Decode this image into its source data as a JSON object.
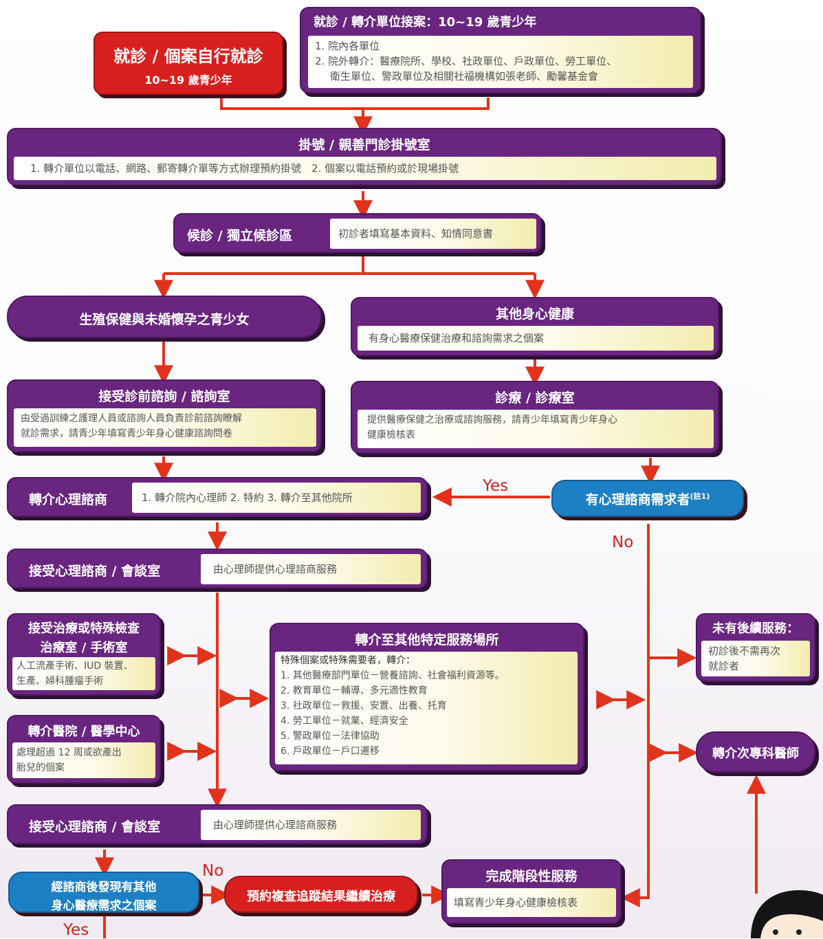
{
  "self_visit": {
    "title": "就診 / 個案自行就診",
    "sub": "10~19 歲青少年"
  },
  "referral": {
    "title": "就診 / 轉介單位接案：10~19 歲青少年",
    "line1": "1. 院內各單位",
    "line2": "2. 院外轉介：醫療院所、學校、社政單位、戶政單位、勞工單位、",
    "line3": "衛生單位、警政單位及相關社福機構如張老師、勵馨基金會"
  },
  "registration": {
    "title": "掛號 / 親善門診掛號室",
    "text": "1. 轉介單位以電話、網路、郵寄轉介單等方式辦理預約掛號　2. 個案以電話預約或於現場掛號"
  },
  "waiting": {
    "title": "候診 / 獨立候診區",
    "text": "初診者填寫基本資料、知情同意書"
  },
  "reproductive": {
    "title": "生殖保健與未婚懷孕之青少女"
  },
  "other_health": {
    "title": "其他身心健康",
    "text": "有身心醫療保健治療和諮詢需求之個案"
  },
  "pre_counsel": {
    "title": "接受診前諮詢 / 諮詢室",
    "line1": "由受過訓練之護理人員或諮詢人員負責診前諮詢瞭解",
    "line2": "就診需求，請青少年填寫青少年身心健康諮詢問卷"
  },
  "clinic": {
    "title": "診療 / 診療室",
    "line1": "提供醫療保健之治療或諮詢服務，請青少年填寫青少年身心",
    "line2": "健康檢核表"
  },
  "refer_psych": {
    "title": "轉介心理諮商",
    "text": "1. 轉介院內心理師 2. 特約 3. 轉介至其他院所"
  },
  "psych_need": {
    "title": "有心理諮商需求者",
    "note": "(註1)"
  },
  "counsel1": {
    "title": "接受心理諮商 / 會談室",
    "text": "由心理師提供心理諮商服務"
  },
  "treatment": {
    "title1": "接受治療或特殊檢查",
    "title2": "治療室 / 手術室",
    "line1": "人工流產手術、IUD 裝置、",
    "line2": "生產、婦科腫瘤手術"
  },
  "hospital": {
    "title": "轉介醫院 / 醫學中心",
    "line1": "處理超過 12 周或欲產出",
    "line2": "胎兒的個案"
  },
  "special": {
    "title": "轉介至其他特定服務場所",
    "lines": [
      "特殊個案或特殊需要者，轉介：",
      "1. 其他醫療部門單位－營養諮詢、社會福利資源等。",
      "2. 教育單位－輔導、多元適性教育",
      "3. 社政單位－救援、安置、出養、托育",
      "4. 勞工單位－就業、經濟安全",
      "5. 警政單位－法律協助",
      "6. 戶政單位－戶口遷移"
    ]
  },
  "no_follow": {
    "title": "未有後續服務：",
    "line1": "初診後不需再次",
    "line2": "就診者"
  },
  "refer_sub": {
    "title": "轉介次專科醫師"
  },
  "counsel2": {
    "title": "接受心理諮商 / 會談室",
    "text": "由心理師提供心理諮商服務"
  },
  "found_needs": {
    "line1": "經諮商後發現有其他",
    "line2": "身心醫療需求之個案"
  },
  "followup": {
    "title": "預約複查追蹤結果繼續治療"
  },
  "complete": {
    "title": "完成階段性服務",
    "text": "填寫青少年身心健康檢核表"
  },
  "labels": {
    "yes": "Yes",
    "no": "No"
  },
  "colors": {
    "purple": "#6a2580",
    "red": "#d7201e",
    "blue": "#1d80c4",
    "arrow": "#e1331c",
    "cream": "#f3ecae"
  }
}
